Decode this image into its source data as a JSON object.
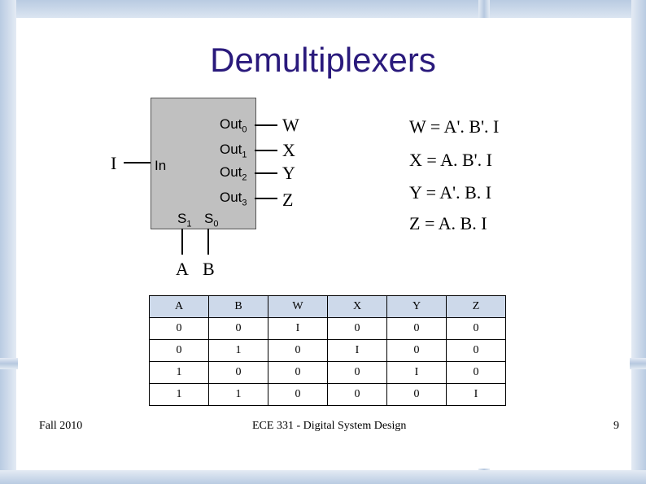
{
  "slide": {
    "title": "Demultiplexers",
    "footer_left": "Fall 2010",
    "footer_center": "ECE 331 - Digital System Design",
    "page_number": "9"
  },
  "demux": {
    "input_signal": "I",
    "input_port": "In",
    "outputs": [
      {
        "base": "Out",
        "sub": "0",
        "signal": "W"
      },
      {
        "base": "Out",
        "sub": "1",
        "signal": "X"
      },
      {
        "base": "Out",
        "sub": "2",
        "signal": "Y"
      },
      {
        "base": "Out",
        "sub": "3",
        "signal": "Z"
      }
    ],
    "selects": [
      {
        "base": "S",
        "sub": "1",
        "signal": "A"
      },
      {
        "base": "S",
        "sub": "0",
        "signal": "B"
      }
    ]
  },
  "equations": [
    "W = A'. B'. I",
    "X = A. B'. I",
    "Y = A'. B. I",
    "Z = A. B. I"
  ],
  "truth_table": {
    "headers": [
      "A",
      "B",
      "W",
      "X",
      "Y",
      "Z"
    ],
    "rows": [
      [
        "0",
        "0",
        "I",
        "0",
        "0",
        "0"
      ],
      [
        "0",
        "1",
        "0",
        "I",
        "0",
        "0"
      ],
      [
        "1",
        "0",
        "0",
        "0",
        "I",
        "0"
      ],
      [
        "1",
        "1",
        "0",
        "0",
        "0",
        "I"
      ]
    ]
  },
  "colors": {
    "title": "#2a1a7c",
    "header_fill": "#cdd9ea",
    "box_fill": "#c0c0c0"
  }
}
